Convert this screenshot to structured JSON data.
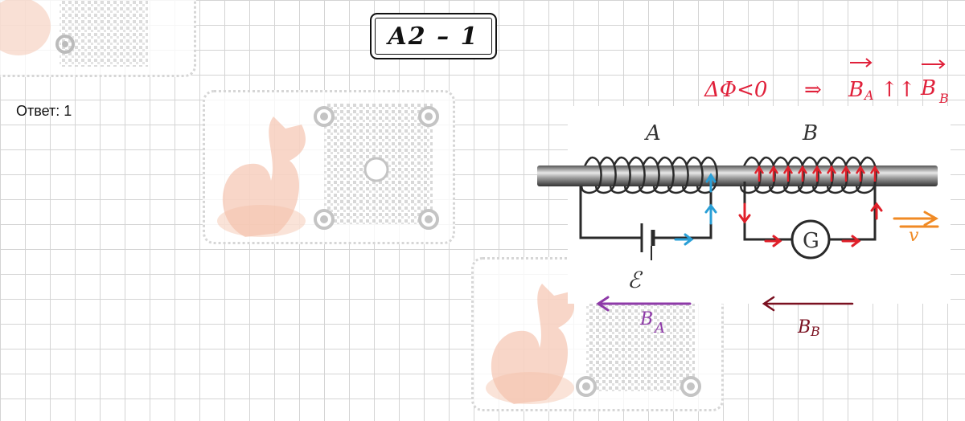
{
  "task_label": "A2 – 1",
  "answer": "Ответ: 1",
  "diagram": {
    "coil_a_label": "A",
    "coil_b_label": "B",
    "galvanometer_label": "G",
    "emf_label": "ℰ",
    "flux_condition": "ΔΦ<0",
    "implies": "⇒",
    "field_relation_left": "B",
    "field_relation_left_sub": "A",
    "field_relation_op": "↑↑",
    "field_relation_right": "B",
    "field_relation_right_sub": "B",
    "field_a_label": "B",
    "field_a_sub": "A",
    "field_b_label": "B",
    "field_b_sub": "B",
    "velocity_label": "v",
    "colors": {
      "current_a": "#2a9fd6",
      "current_b": "#e0202a",
      "field_a": "#8e3aa8",
      "field_b": "#7a1020",
      "velocity": "#f08a24",
      "annotation": "#e0203a"
    }
  }
}
